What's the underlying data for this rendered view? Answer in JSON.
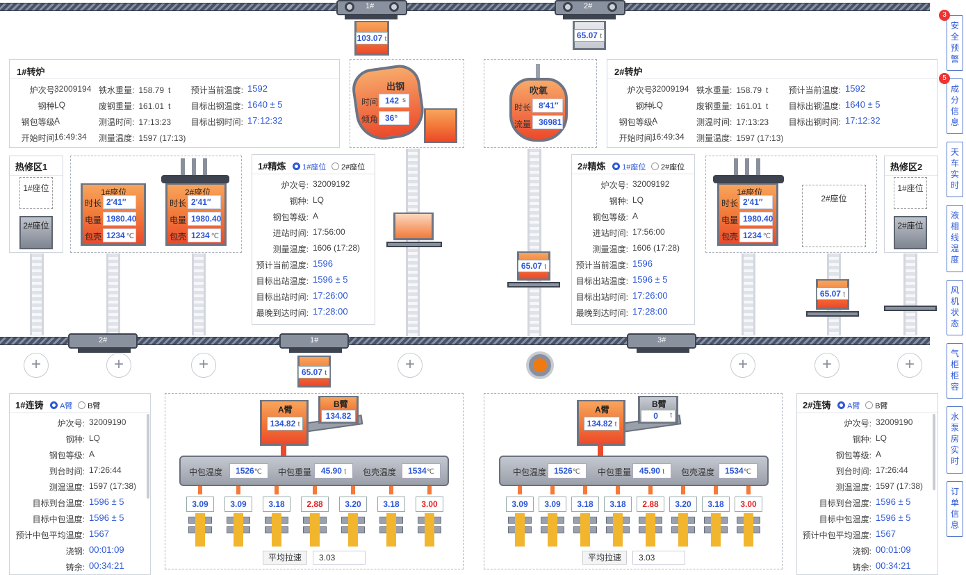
{
  "cranes": {
    "c1": "1#",
    "c2": "2#",
    "b1": "2#",
    "b2": "1#",
    "b3": "3#"
  },
  "top_ladles": {
    "l1": "103.07",
    "l2": "65.07",
    "unit": "t"
  },
  "conv1": {
    "title": "1#转炉",
    "rows": [
      [
        "炉次号:",
        "32009194"
      ],
      [
        "钢种:",
        "LQ"
      ],
      [
        "钢包等级:",
        "A"
      ],
      [
        "开始时间:",
        "16:49:34"
      ]
    ],
    "mid": [
      [
        "铁水重量:",
        "158.79",
        "t"
      ],
      [
        "废钢重量:",
        "161.01",
        "t"
      ],
      [
        "测温时间:",
        "17:13:23",
        ""
      ],
      [
        "测量温度:",
        "1597 (17:13)",
        ""
      ]
    ],
    "right": [
      [
        "预计当前温度:",
        "1592"
      ],
      [
        "目标出钢温度:",
        "1640 ± 5"
      ],
      [
        "目标出钢时间:",
        "17:12:32"
      ]
    ]
  },
  "conv2": {
    "title": "2#转炉",
    "rows": [
      [
        "炉次号:",
        "32009194"
      ],
      [
        "钢种:",
        "LQ"
      ],
      [
        "钢包等级:",
        "A"
      ],
      [
        "开始时间:",
        "16:49:34"
      ]
    ],
    "mid": [
      [
        "铁水重量:",
        "158.79",
        "t"
      ],
      [
        "废钢重量:",
        "161.01",
        "t"
      ],
      [
        "测温时间:",
        "17:13:23",
        ""
      ],
      [
        "测量温度:",
        "1597 (17:13)",
        ""
      ]
    ],
    "right": [
      [
        "预计当前温度:",
        "1592"
      ],
      [
        "目标出钢温度:",
        "1640 ± 5"
      ],
      [
        "目标出钢时间:",
        "17:12:32"
      ]
    ]
  },
  "tapping": {
    "title": "出钢",
    "time_label": "时间",
    "time": "142",
    "time_unit": "s",
    "angle_label": "倾角",
    "angle": "36°"
  },
  "blowing": {
    "title": "吹氧",
    "time_label": "时长",
    "time": "8′41″",
    "flow_label": "流量",
    "flow": "36981"
  },
  "hot_repair1": {
    "title": "热修区1",
    "s1": "1#座位",
    "s2": "2#座位"
  },
  "hot_repair2": {
    "title": "热修区2",
    "s1": "1#座位",
    "s2": "2#座位"
  },
  "refine_ladle": {
    "seat1": "1#座位",
    "seat2": "2#座位",
    "dur_label": "时长",
    "dur": "2′41″",
    "power_label": "电量",
    "power": "1980.40",
    "shell_label": "包壳",
    "shell": "1234",
    "unit": "℃"
  },
  "refine2_empty": "2#座位",
  "ref1": {
    "title": "1#精炼",
    "opt1": "1#座位",
    "opt2": "2#座位",
    "rows": [
      [
        "炉次号:",
        "32009192",
        0
      ],
      [
        "钢种:",
        "LQ",
        0
      ],
      [
        "钢包等级:",
        "A",
        0
      ],
      [
        "进站时间:",
        "17:56:00",
        0
      ],
      [
        "测量温度:",
        "1606 (17:28)",
        0
      ],
      [
        "预计当前温度:",
        "1596",
        1
      ],
      [
        "目标出站温度:",
        "1596 ± 5",
        1
      ],
      [
        "目标出站时间:",
        "17:26:00",
        1
      ],
      [
        "最晚到达时间:",
        "17:28:00",
        1
      ]
    ]
  },
  "ref2": {
    "title": "2#精炼",
    "opt1": "1#座位",
    "opt2": "2#座位",
    "rows": [
      [
        "炉次号:",
        "32009192",
        0
      ],
      [
        "钢种:",
        "LQ",
        0
      ],
      [
        "钢包等级:",
        "A",
        0
      ],
      [
        "进站时间:",
        "17:56:00",
        0
      ],
      [
        "测量温度:",
        "1606 (17:28)",
        0
      ],
      [
        "预计当前温度:",
        "1596",
        1
      ],
      [
        "目标出站温度:",
        "1596 ± 5",
        1
      ],
      [
        "目标出站时间:",
        "17:26:00",
        1
      ],
      [
        "最晚到达时间:",
        "17:28:00",
        1
      ]
    ]
  },
  "mid_ladles": {
    "a": "65.07",
    "b": "65.07",
    "c": "65.07"
  },
  "cast1": {
    "title": "1#连铸",
    "optA": "A臂",
    "optB": "B臂",
    "rows": [
      [
        "炉次号:",
        "32009190",
        0
      ],
      [
        "钢种:",
        "LQ",
        0
      ],
      [
        "钢包等级:",
        "A",
        0
      ],
      [
        "到台时间:",
        "17:26:44",
        0
      ],
      [
        "测温温度:",
        "1597 (17:38)",
        0
      ],
      [
        "目标到台温度:",
        "1596 ± 5",
        1
      ],
      [
        "目标中包温度:",
        "1596 ± 5",
        1
      ],
      [
        "预计中包平均温度:",
        "1567",
        1
      ],
      [
        "浇钢:",
        "00:01:09",
        1
      ],
      [
        "铸余:",
        "00:34:21",
        1
      ]
    ]
  },
  "cast2": {
    "title": "2#连铸",
    "optA": "A臂",
    "optB": "B臂",
    "rows": [
      [
        "炉次号:",
        "32009190",
        0
      ],
      [
        "钢种:",
        "LQ",
        0
      ],
      [
        "钢包等级:",
        "A",
        0
      ],
      [
        "到台时间:",
        "17:26:44",
        0
      ],
      [
        "测温温度:",
        "1597 (17:38)",
        0
      ],
      [
        "目标到台温度:",
        "1596 ± 5",
        1
      ],
      [
        "目标中包温度:",
        "1596 ± 5",
        1
      ],
      [
        "预计中包平均温度:",
        "1567",
        1
      ],
      [
        "浇钢:",
        "00:01:09",
        1
      ],
      [
        "铸余:",
        "00:34:21",
        1
      ]
    ]
  },
  "caster1": {
    "armA": "A臂",
    "armA_val": "134.82",
    "armB": "B臂",
    "armB_val": "134.82",
    "t_label": "中包温度",
    "t_val": "1526",
    "w_label": "中包重量",
    "w_val": "45.90",
    "s_label": "包壳温度",
    "s_val": "1534",
    "speed_label": "平均拉速",
    "speed": "3.03",
    "molds": [
      [
        "3.09",
        0
      ],
      [
        "3.09",
        0
      ],
      [
        "3.18",
        0
      ],
      [
        "2.88",
        1
      ],
      [
        "3.20",
        0
      ],
      [
        "3.18",
        0
      ],
      [
        "3.00",
        1
      ]
    ]
  },
  "caster2": {
    "armA": "A臂",
    "armA_val": "134.82",
    "armB": "B臂",
    "armB_val": "0",
    "t_label": "中包温度",
    "t_val": "1526",
    "w_label": "中包重量",
    "w_val": "45.90",
    "s_label": "包壳温度",
    "s_val": "1534",
    "speed_label": "平均拉速",
    "speed": "3.03",
    "molds": [
      [
        "3.09",
        0
      ],
      [
        "3.09",
        0
      ],
      [
        "3.18",
        0
      ],
      [
        "3.18",
        0
      ],
      [
        "2.88",
        1
      ],
      [
        "3.20",
        0
      ],
      [
        "3.18",
        0
      ],
      [
        "3.00",
        1
      ]
    ]
  },
  "units": {
    "t": "t",
    "c": "℃"
  },
  "sidebar": [
    {
      "label": "安全预警",
      "badge": "3"
    },
    {
      "label": "成分信息",
      "badge": "5"
    },
    {
      "label": "天车实时",
      "badge": ""
    },
    {
      "label": "液相线温度",
      "badge": ""
    },
    {
      "label": "风机状态",
      "badge": ""
    },
    {
      "label": "气柜柜容",
      "badge": ""
    },
    {
      "label": "水泵房实时",
      "badge": ""
    },
    {
      "label": "订单信息",
      "badge": ""
    }
  ]
}
